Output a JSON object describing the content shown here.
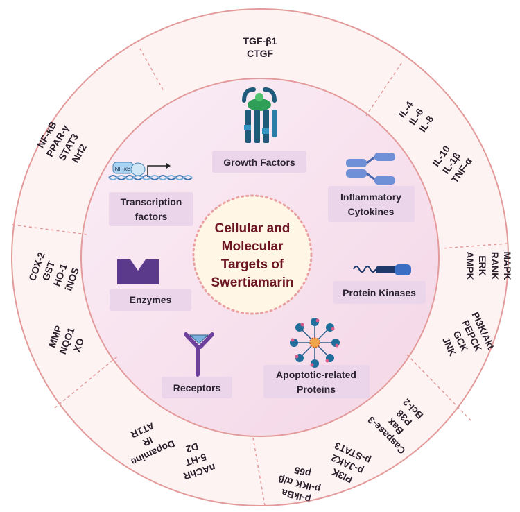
{
  "center": {
    "title_lines": [
      "Cellular and",
      "Molecular",
      "Targets of",
      "Swertiamarin"
    ]
  },
  "categories": [
    {
      "id": "growth",
      "lines": [
        "Growth Factors"
      ]
    },
    {
      "id": "transcription",
      "lines": [
        "Transcription",
        "factors"
      ]
    },
    {
      "id": "inflammatory",
      "lines": [
        "Inflammatory",
        "Cytokines"
      ]
    },
    {
      "id": "enzymes",
      "lines": [
        "Enzymes"
      ]
    },
    {
      "id": "kinases",
      "lines": [
        "Protein Kinases"
      ]
    },
    {
      "id": "receptors",
      "lines": [
        "Receptors"
      ]
    },
    {
      "id": "apoptotic",
      "lines": [
        "Apoptotic-related",
        "Proteins"
      ]
    }
  ],
  "icons": {
    "nfkb_badge": "NF-κB"
  },
  "outer_labels": {
    "growth": [
      "TGF-β1",
      "CTGF"
    ],
    "cytokines_a": [
      "IL-4",
      "IL-6",
      "IL-8"
    ],
    "cytokines_b": [
      "IL-10",
      "IL-1β",
      "TNF-α"
    ],
    "kinases_a": [
      "MAPK",
      "RANK",
      "ERK",
      "AMPK"
    ],
    "kinases_b": [
      "PI3K/Akt",
      "PEPCK",
      "GCK",
      "JNK"
    ],
    "apoptotic_a": [
      "Caspase-3",
      "Bax",
      "P38",
      "Bcl-2"
    ],
    "apoptotic_b": [
      "PI3K",
      "p-JAK2",
      "p-STAT3"
    ],
    "apoptotic_c": [
      "p-IkBa",
      "p-IKK α/β",
      "p65"
    ],
    "receptors_a": [
      "Dopamine",
      "IR",
      "AT1R"
    ],
    "receptors_b": [
      "nAChR",
      "5-HT",
      "D2"
    ],
    "enzymes_a": [
      "COX-2",
      "GST",
      "HO-1",
      "iNOS"
    ],
    "enzymes_b": [
      "MMP",
      "NQO1",
      "XO"
    ],
    "transcription": [
      "NF-κB",
      "PPAR-γ",
      "STAT3",
      "Nrf2"
    ]
  },
  "colors": {
    "outer_ring": "#fdf3f3",
    "ring_stroke": "#e39a9a",
    "inner_circle": "#f7dcea",
    "center_fill": "#fff6e6",
    "center_dots": "#e9a0a0",
    "label_box": "#ead5ea",
    "title": "#6b1522"
  }
}
